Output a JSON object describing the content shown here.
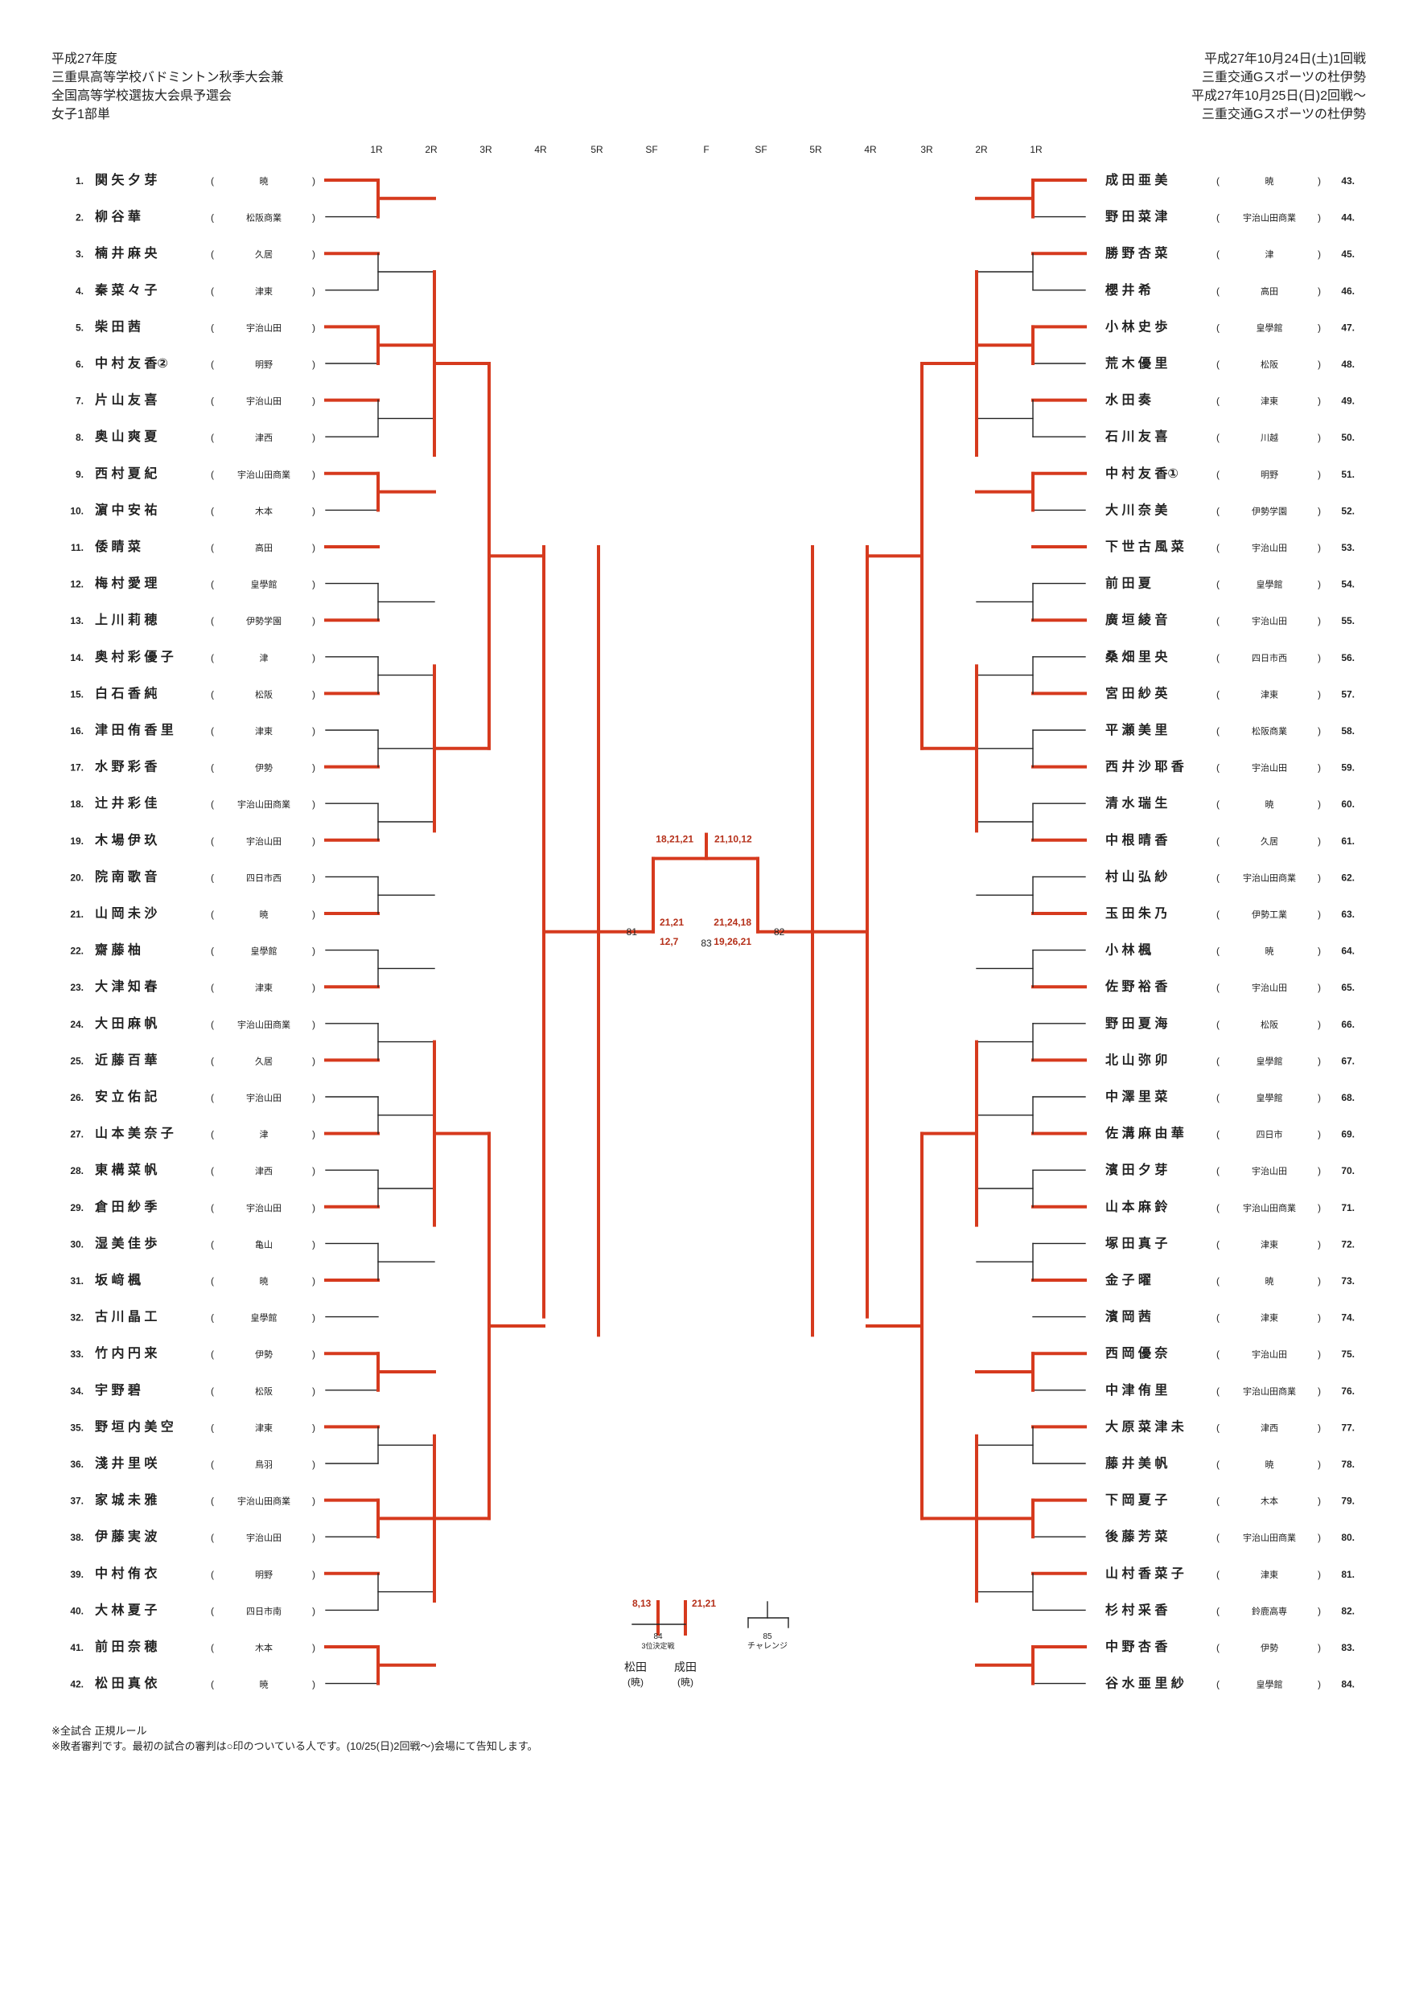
{
  "header_left": [
    "平成27年度",
    "三重県高等学校バドミントン秋季大会兼",
    "全国高等学校選抜大会県予選会",
    "女子1部単"
  ],
  "header_right": [
    "平成27年10月24日(土)1回戦",
    "三重交通Gスポーツの杜伊勢",
    "平成27年10月25日(日)2回戦〜",
    "三重交通Gスポーツの杜伊勢"
  ],
  "round_labels_left": [
    "1R",
    "2R",
    "3R",
    "4R",
    "5R",
    "SF"
  ],
  "round_label_final": "F",
  "round_labels_right": [
    "SF",
    "5R",
    "4R",
    "3R",
    "2R",
    "1R"
  ],
  "colors": {
    "win": "#d63a1e",
    "line": "#222222",
    "score": "#b5301a",
    "text": "#222222"
  },
  "players_left": [
    {
      "no": "1.",
      "name": "関 矢 夕 芽",
      "school": "暁"
    },
    {
      "no": "2.",
      "name": "柳 谷 華",
      "school": "松阪商業"
    },
    {
      "no": "3.",
      "name": "楠 井 麻 央",
      "school": "久居"
    },
    {
      "no": "4.",
      "name": "秦 菜 々 子",
      "school": "津東"
    },
    {
      "no": "5.",
      "name": "柴 田 茜",
      "school": "宇治山田"
    },
    {
      "no": "6.",
      "name": "中 村 友 香②",
      "school": "明野"
    },
    {
      "no": "7.",
      "name": "片 山 友 喜",
      "school": "宇治山田"
    },
    {
      "no": "8.",
      "name": "奥 山 爽 夏",
      "school": "津西"
    },
    {
      "no": "9.",
      "name": "西 村 夏 紀",
      "school": "宇治山田商業"
    },
    {
      "no": "10.",
      "name": "濵 中 安 祐",
      "school": "木本"
    },
    {
      "no": "11.",
      "name": "倭 睛 菜",
      "school": "高田"
    },
    {
      "no": "12.",
      "name": "梅 村 愛 理",
      "school": "皇學館"
    },
    {
      "no": "13.",
      "name": "上 川 莉 穂",
      "school": "伊勢学園"
    },
    {
      "no": "14.",
      "name": "奥 村 彩 優 子",
      "school": "津"
    },
    {
      "no": "15.",
      "name": "白 石 香 純",
      "school": "松阪"
    },
    {
      "no": "16.",
      "name": "津 田 侑 香 里",
      "school": "津東"
    },
    {
      "no": "17.",
      "name": "水 野 彩 香",
      "school": "伊勢"
    },
    {
      "no": "18.",
      "name": "辻 井 彩 佳",
      "school": "宇治山田商業"
    },
    {
      "no": "19.",
      "name": "木 場 伊 玖",
      "school": "宇治山田"
    },
    {
      "no": "20.",
      "name": "院 南 歌 音",
      "school": "四日市西"
    },
    {
      "no": "21.",
      "name": "山 岡 未 沙",
      "school": "暁"
    },
    {
      "no": "22.",
      "name": "齋 藤 柚",
      "school": "皇學館"
    },
    {
      "no": "23.",
      "name": "大 津 知 春",
      "school": "津東"
    },
    {
      "no": "24.",
      "name": "大 田 麻 帆",
      "school": "宇治山田商業"
    },
    {
      "no": "25.",
      "name": "近 藤 百 華",
      "school": "久居"
    },
    {
      "no": "26.",
      "name": "安 立 佑 記",
      "school": "宇治山田"
    },
    {
      "no": "27.",
      "name": "山 本 美 奈 子",
      "school": "津"
    },
    {
      "no": "28.",
      "name": "東 構 菜 帆",
      "school": "津西"
    },
    {
      "no": "29.",
      "name": "倉 田 紗 季",
      "school": "宇治山田"
    },
    {
      "no": "30.",
      "name": "湿 美 佳 歩",
      "school": "亀山"
    },
    {
      "no": "31.",
      "name": "坂 﨑 楓",
      "school": "暁"
    },
    {
      "no": "32.",
      "name": "古 川 晶 工",
      "school": "皇學館"
    },
    {
      "no": "33.",
      "name": "竹 内 円 来",
      "school": "伊勢"
    },
    {
      "no": "34.",
      "name": "宇 野 碧",
      "school": "松阪"
    },
    {
      "no": "35.",
      "name": "野 垣 内 美 空",
      "school": "津東"
    },
    {
      "no": "36.",
      "name": "淺 井 里 咲",
      "school": "鳥羽"
    },
    {
      "no": "37.",
      "name": "家 城 未 雅",
      "school": "宇治山田商業"
    },
    {
      "no": "38.",
      "name": "伊 藤 実 波",
      "school": "宇治山田"
    },
    {
      "no": "39.",
      "name": "中 村 侑 衣",
      "school": "明野"
    },
    {
      "no": "40.",
      "name": "大 林 夏 子",
      "school": "四日市南"
    },
    {
      "no": "41.",
      "name": "前 田 奈 穂",
      "school": "木本"
    },
    {
      "no": "42.",
      "name": "松 田 真 依",
      "school": "暁"
    }
  ],
  "players_right": [
    {
      "no": "43.",
      "name": "成 田 亜 美",
      "school": "暁"
    },
    {
      "no": "44.",
      "name": "野 田 菜 津",
      "school": "宇治山田商業"
    },
    {
      "no": "45.",
      "name": "勝 野 杏 菜",
      "school": "津"
    },
    {
      "no": "46.",
      "name": "櫻 井 希",
      "school": "高田"
    },
    {
      "no": "47.",
      "name": "小 林 史 歩",
      "school": "皇學館"
    },
    {
      "no": "48.",
      "name": "荒 木 優 里",
      "school": "松阪"
    },
    {
      "no": "49.",
      "name": "水 田 奏",
      "school": "津東"
    },
    {
      "no": "50.",
      "name": "石 川 友 喜",
      "school": "川越"
    },
    {
      "no": "51.",
      "name": "中 村 友 香①",
      "school": "明野"
    },
    {
      "no": "52.",
      "name": "大 川 奈 美",
      "school": "伊勢学園"
    },
    {
      "no": "53.",
      "name": "下 世 古 風 菜",
      "school": "宇治山田"
    },
    {
      "no": "54.",
      "name": "前 田 夏",
      "school": "皇學館"
    },
    {
      "no": "55.",
      "name": "廣 垣 綾 音",
      "school": "宇治山田"
    },
    {
      "no": "56.",
      "name": "桑 畑 里 央",
      "school": "四日市西"
    },
    {
      "no": "57.",
      "name": "宮 田 紗 英",
      "school": "津東"
    },
    {
      "no": "58.",
      "name": "平 瀬 美 里",
      "school": "松阪商業"
    },
    {
      "no": "59.",
      "name": "西 井 沙 耶 香",
      "school": "宇治山田"
    },
    {
      "no": "60.",
      "name": "清 水 瑞 生",
      "school": "暁"
    },
    {
      "no": "61.",
      "name": "中 根 晴 香",
      "school": "久居"
    },
    {
      "no": "62.",
      "name": "村 山 弘 紗",
      "school": "宇治山田商業"
    },
    {
      "no": "63.",
      "name": "玉 田 朱 乃",
      "school": "伊勢工業"
    },
    {
      "no": "64.",
      "name": "小 林 楓",
      "school": "暁"
    },
    {
      "no": "65.",
      "name": "佐 野 裕 香",
      "school": "宇治山田"
    },
    {
      "no": "66.",
      "name": "野 田 夏 海",
      "school": "松阪"
    },
    {
      "no": "67.",
      "name": "北 山 弥 卯",
      "school": "皇學館"
    },
    {
      "no": "68.",
      "name": "中 澤 里 菜",
      "school": "皇學館"
    },
    {
      "no": "69.",
      "name": "佐 溝 麻 由 華",
      "school": "四日市"
    },
    {
      "no": "70.",
      "name": "濱 田 夕 芽",
      "school": "宇治山田"
    },
    {
      "no": "71.",
      "name": "山 本 麻 鈴",
      "school": "宇治山田商業"
    },
    {
      "no": "72.",
      "name": "塚 田 真 子",
      "school": "津東"
    },
    {
      "no": "73.",
      "name": "金 子 曜",
      "school": "暁"
    },
    {
      "no": "74.",
      "name": "濱 岡 茜",
      "school": "津東"
    },
    {
      "no": "75.",
      "name": "西 岡 優 奈",
      "school": "宇治山田"
    },
    {
      "no": "76.",
      "name": "中 津 侑 里",
      "school": "宇治山田商業"
    },
    {
      "no": "77.",
      "name": "大 原 菜 津 未",
      "school": "津西"
    },
    {
      "no": "78.",
      "name": "藤 井 美 帆",
      "school": "暁"
    },
    {
      "no": "79.",
      "name": "下 岡 夏 子",
      "school": "木本"
    },
    {
      "no": "80.",
      "name": "後 藤 芳 菜",
      "school": "宇治山田商業"
    },
    {
      "no": "81.",
      "name": "山 村 香 菜 子",
      "school": "津東"
    },
    {
      "no": "82.",
      "name": "杉 村 采 香",
      "school": "鈴鹿高専"
    },
    {
      "no": "83.",
      "name": "中 野 杏 香",
      "school": "伊勢"
    },
    {
      "no": "84.",
      "name": "谷 水 亜 里 紗",
      "school": "皇學館"
    }
  ],
  "final": {
    "left_score": "18,21,21",
    "right_score": "21,10,12",
    "left_sf": {
      "top": "21,21",
      "bottom": "12,7",
      "match": "81"
    },
    "right_sf": {
      "top": "21,24,18",
      "bottom": "19,26,21",
      "match": "82"
    },
    "match": "83"
  },
  "third_place": {
    "match": "84",
    "label": "3位決定戦",
    "left_score": "8,13",
    "right_score": "21,21",
    "left_name": "松田",
    "left_school": "(暁)",
    "right_name": "成田",
    "right_school": "(暁)"
  },
  "challenge": {
    "match": "85",
    "label": "チャレンジ"
  },
  "notes": [
    "※全試合 正規ルール",
    "※敗者審判です。最初の試合の審判は○印のついている人です。(10/25(日)2回戦〜)会場にて告知します。"
  ]
}
